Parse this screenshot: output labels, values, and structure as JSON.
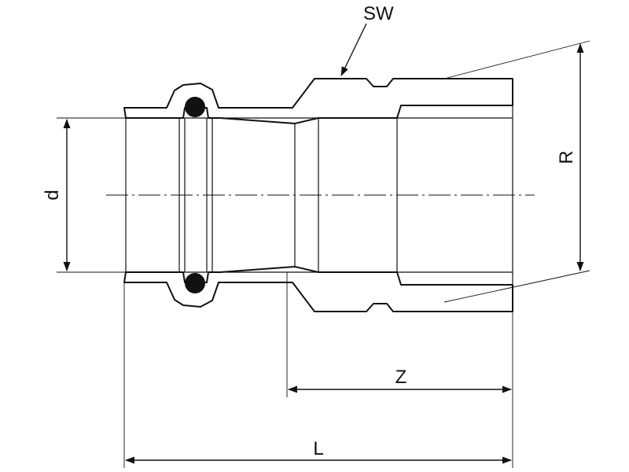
{
  "labels": {
    "sw": "SW",
    "d": "d",
    "r": "R",
    "z": "Z",
    "l": "L"
  },
  "colors": {
    "line": "#111111",
    "background": "#ffffff"
  }
}
